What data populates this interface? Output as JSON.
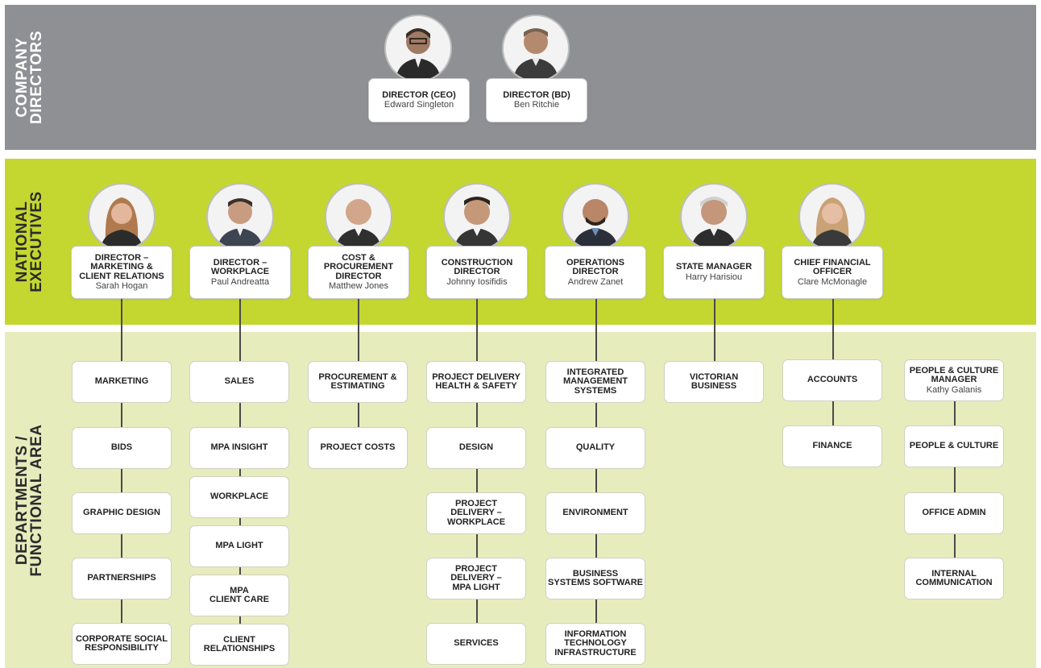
{
  "bands": {
    "directors": [
      "COMPANY",
      "DIRECTORS"
    ],
    "executives": [
      "NATIONAL",
      "EXECUTIVES"
    ],
    "departments": [
      "DEPARTMENTS /",
      "FUNCTIONAL AREA"
    ]
  },
  "directors": [
    {
      "title": "DIRECTOR (CEO)",
      "name": "Edward Singleton"
    },
    {
      "title": "DIRECTOR (BD)",
      "name": "Ben Ritchie"
    }
  ],
  "executives": [
    {
      "title": "DIRECTOR –\nMARKETING &\nCLIENT RELATIONS",
      "name": "Sarah Hogan"
    },
    {
      "title": "DIRECTOR –\nWORKPLACE",
      "name": "Paul Andreatta"
    },
    {
      "title": "COST &\nPROCUREMENT\nDIRECTOR",
      "name": "Matthew Jones"
    },
    {
      "title": "CONSTRUCTION\nDIRECTOR",
      "name": "Johnny Iosifidis"
    },
    {
      "title": "OPERATIONS\nDIRECTOR",
      "name": "Andrew Zanet"
    },
    {
      "title": "STATE MANAGER",
      "name": "Harry Harisiou"
    },
    {
      "title": "CHIEF FINANCIAL\nOFFICER",
      "name": "Clare McMonagle"
    }
  ],
  "departments": {
    "col1": [
      "MARKETING",
      "BIDS",
      "GRAPHIC DESIGN",
      "PARTNERSHIPS",
      "CORPORATE SOCIAL\nRESPONSIBILITY"
    ],
    "col2": [
      "SALES",
      "MPA INSIGHT",
      "WORKPLACE",
      "MPA LIGHT",
      "MPA\nCLIENT CARE",
      "CLIENT\nRELATIONSHIPS"
    ],
    "col3": [
      "PROCUREMENT &\nESTIMATING",
      "PROJECT COSTS"
    ],
    "col4": [
      "PROJECT DELIVERY\nHEALTH & SAFETY",
      "DESIGN",
      "PROJECT\nDELIVERY –\nWORKPLACE",
      "PROJECT\nDELIVERY –\nMPA LIGHT",
      "SERVICES"
    ],
    "col5": [
      "INTEGRATED\nMANAGEMENT\nSYSTEMS",
      "QUALITY",
      "ENVIRONMENT",
      "BUSINESS\nSYSTEMS SOFTWARE",
      "INFORMATION\nTECHNOLOGY\nINFRASTRUCTURE"
    ],
    "col6": [
      "VICTORIAN\nBUSINESS"
    ],
    "col7": [
      "ACCOUNTS",
      "FINANCE"
    ],
    "col8": [
      {
        "title": "PEOPLE & CULTURE\nMANAGER",
        "name": "Kathy Galanis"
      },
      "PEOPLE & CULTURE",
      "OFFICE ADMIN",
      "INTERNAL\nCOMMUNICATION"
    ]
  }
}
